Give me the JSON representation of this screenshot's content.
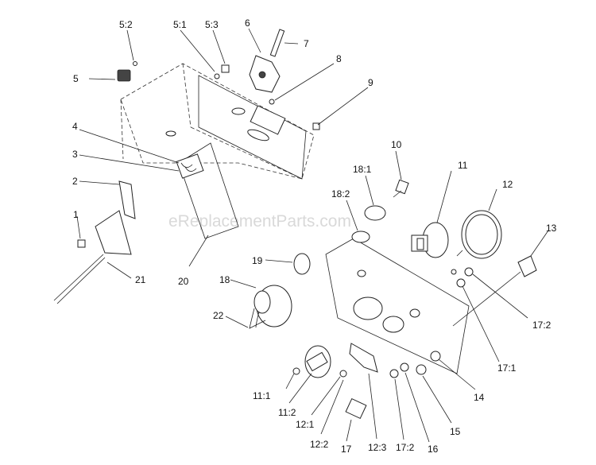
{
  "watermark": "eReplacementParts.com",
  "labels": {
    "l5_2": "5:2",
    "l5_1": "5:1",
    "l5_3": "5:3",
    "l6": "6",
    "l7": "7",
    "l5": "5",
    "l8": "8",
    "l9": "9",
    "l4": "4",
    "l3": "3",
    "l2": "2",
    "l1": "1",
    "l21": "21",
    "l20": "20",
    "l10": "10",
    "l18_1": "18:1",
    "l11": "11",
    "l12": "12",
    "l18_2": "18:2",
    "l13": "13",
    "l19": "19",
    "l18": "18",
    "l22": "22",
    "l17_2a": "17:2",
    "l17_1": "17:1",
    "l14": "14",
    "l11_1": "11:1",
    "l11_2": "11:2",
    "l12_1": "12:1",
    "l12_2": "12:2",
    "l17": "17",
    "l12_3": "12:3",
    "l17_2b": "17:2",
    "l16": "16",
    "l15": "15"
  }
}
